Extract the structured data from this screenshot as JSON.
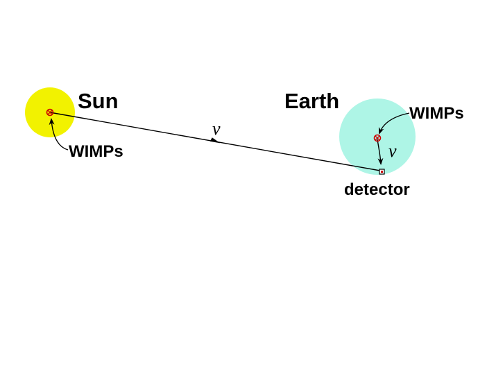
{
  "labels": {
    "sun": "Sun",
    "earth": "Earth",
    "wimps_sun": "WIMPs",
    "wimps_earth": "WIMPs",
    "nu_main": "ν",
    "nu_earth": "ν",
    "detector": "detector"
  },
  "colors": {
    "sun": "#f2f200",
    "earth": "#aef5e6",
    "wimp_core": "#cc0000",
    "line": "#000000",
    "detector": "#cc0000"
  },
  "icons": {
    "wimp_cluster": "wimp-cluster-icon",
    "detector": "detector-square-icon"
  }
}
